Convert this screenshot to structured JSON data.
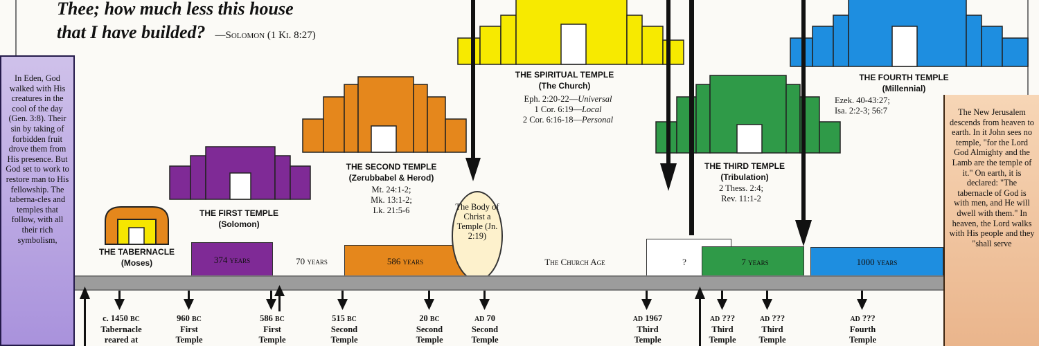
{
  "quote": {
    "line1": "Thee; how much less this house",
    "line2": "that I have builded?",
    "attribution": "—Solomon (1 Ki. 8:27)"
  },
  "left_panel": {
    "text": "In Eden, God walked with His creatures in the cool of the day (Gen. 3:8). Their sin by taking of forbidden fruit drove them from His presence. But God set to work to restore man to His fellowship. The taberna-cles and temples that follow, with all their rich symbolism,",
    "color": "#b7a4e0"
  },
  "right_panel": {
    "text": "The New Jerusalem descends from heaven to earth. In it John sees no temple, \"for the Lord God Almighty and the Lamb are the temple of it.\" On earth, it is declared: \"The tabernacle of God is with men, and He will dwell with them.\" In heaven, the Lord walks with His people and they \"shall serve",
    "color": "#efc39c"
  },
  "temples": {
    "tabernacle": {
      "title": "THE TABERNACLE",
      "subtitle": "(Moses)",
      "color": "#f6e600"
    },
    "first": {
      "title": "THE FIRST TEMPLE",
      "subtitle": "(Solomon)",
      "color": "#7f2a96"
    },
    "second": {
      "title": "THE SECOND TEMPLE",
      "subtitle": "(Zerubbabel & Herod)",
      "refs": [
        "Mt. 24:1-2;",
        "Mk. 13:1-2;",
        "Lk. 21:5-6"
      ],
      "color": "#e5871c"
    },
    "spiritual": {
      "title": "THE SPIRITUAL TEMPLE",
      "subtitle": "(The Church)",
      "refs": [
        {
          "ref": "Eph. 2:20-22—",
          "kind": "Universal"
        },
        {
          "ref": "1 Cor. 6:19—",
          "kind": "Local"
        },
        {
          "ref": "2 Cor. 6:16-18—",
          "kind": "Personal"
        }
      ],
      "color": "#f7ea00"
    },
    "third": {
      "title": "THE THIRD TEMPLE",
      "subtitle": "(Tribulation)",
      "refs": [
        "2 Thess. 2:4;",
        "Rev. 11:1-2"
      ],
      "color": "#2f9a48"
    },
    "fourth": {
      "title": "THE FOURTH TEMPLE",
      "subtitle": "(Millennial)",
      "refs": [
        "Ezek. 40-43:27;",
        "Isa. 2:2-3; 56:7"
      ],
      "color": "#1e8ee0"
    }
  },
  "oval": {
    "text": "The Body of Christ a Temple (Jn. 2:19)"
  },
  "periods": [
    {
      "id": "p374",
      "label": "374 years",
      "color": "#7f2a96"
    },
    {
      "id": "p70",
      "label": "70 years",
      "color": ""
    },
    {
      "id": "p586",
      "label": "586 years",
      "color": "#e5871c"
    },
    {
      "id": "pchurch",
      "label": "The Church Age",
      "color": ""
    },
    {
      "id": "pq",
      "label": "?",
      "color": "#ffffff"
    },
    {
      "id": "p7",
      "label": "7 years",
      "color": "#2f9a48"
    },
    {
      "id": "p1000",
      "label": "1000 years",
      "color": "#1e8ee0"
    }
  ],
  "timeline_marks": [
    {
      "date": "c. 1450",
      "era": "BC",
      "line2": "Tabernacle",
      "line3": "reared at"
    },
    {
      "date": "960",
      "era": "BC",
      "line2": "First",
      "line3": "Temple"
    },
    {
      "date": "586",
      "era": "BC",
      "line2": "First",
      "line3": "Temple"
    },
    {
      "date": "515",
      "era": "BC",
      "line2": "Second",
      "line3": "Temple"
    },
    {
      "date": "20",
      "era": "BC",
      "line2": "Second",
      "line3": "Temple"
    },
    {
      "date": "70",
      "era": "AD",
      "line2": "Second",
      "line3": "Temple"
    },
    {
      "date": "1967",
      "era": "AD",
      "line2": "Third",
      "line3": "Temple"
    },
    {
      "date": "???",
      "era": "AD",
      "line2": "Third",
      "line3": "Temple"
    },
    {
      "date": "???",
      "era": "AD",
      "line2": "Third",
      "line3": "Temple"
    },
    {
      "date": "???",
      "era": "AD",
      "line2": "Fourth",
      "line3": "Temple"
    }
  ]
}
